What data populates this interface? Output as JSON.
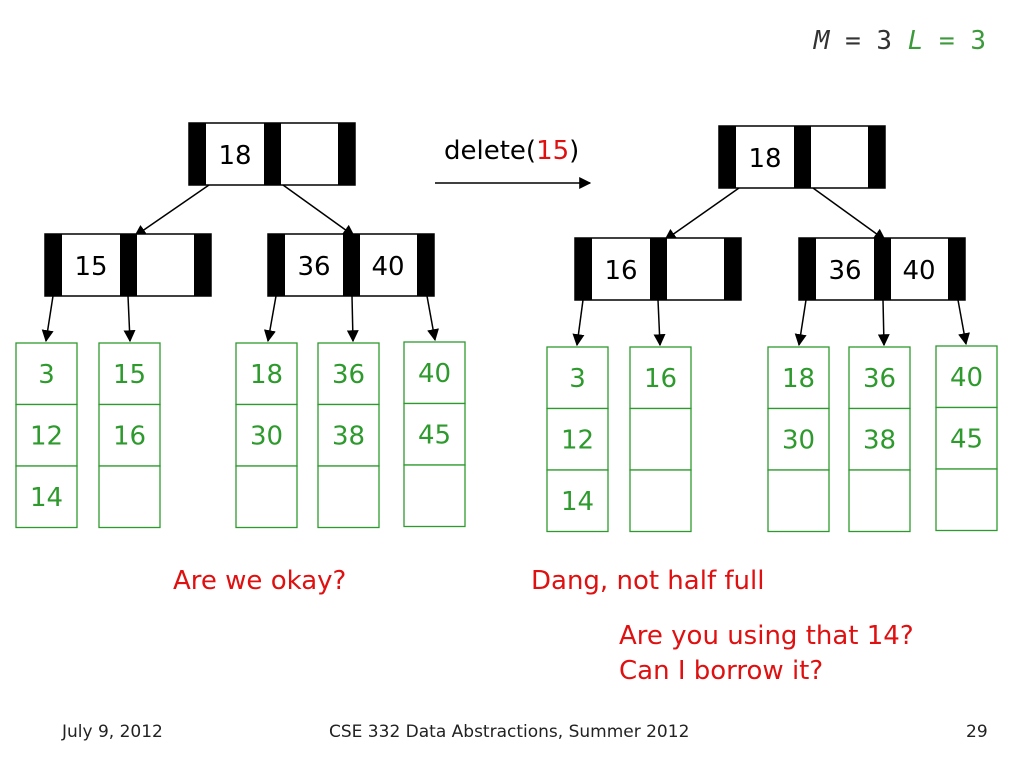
{
  "params": {
    "m_var": "M",
    "eq1": " = ",
    "m_val": "3",
    "l_var": "L",
    "eq2": " = ",
    "l_val": "3"
  },
  "operation": {
    "fn": "delete(",
    "arg": "15",
    "close": ")"
  },
  "colors": {
    "internal": "#000000",
    "leaf": "#2e9a2e",
    "caption": "#e01010"
  },
  "before": {
    "root": [
      "18",
      ""
    ],
    "internal": [
      [
        "15",
        ""
      ],
      [
        "36",
        "40"
      ]
    ],
    "leaves": [
      [
        "3",
        "12",
        "14"
      ],
      [
        "15",
        "16",
        ""
      ],
      [
        "18",
        "30",
        ""
      ],
      [
        "36",
        "38",
        ""
      ],
      [
        "40",
        "45",
        ""
      ]
    ]
  },
  "after": {
    "root": [
      "18",
      ""
    ],
    "internal": [
      [
        "16",
        ""
      ],
      [
        "36",
        "40"
      ]
    ],
    "leaves": [
      [
        "3",
        "12",
        "14"
      ],
      [
        "16",
        "",
        ""
      ],
      [
        "18",
        "30",
        ""
      ],
      [
        "36",
        "38",
        ""
      ],
      [
        "40",
        "45",
        ""
      ]
    ]
  },
  "captions": {
    "okay": "Are we okay?",
    "dang": "Dang, not half full",
    "borrow1": "Are you using that 14?",
    "borrow2": "Can I borrow it?"
  },
  "footer": {
    "date": "July 9, 2012",
    "course": "CSE 332 Data Abstractions, Summer 2012",
    "page": "29"
  }
}
